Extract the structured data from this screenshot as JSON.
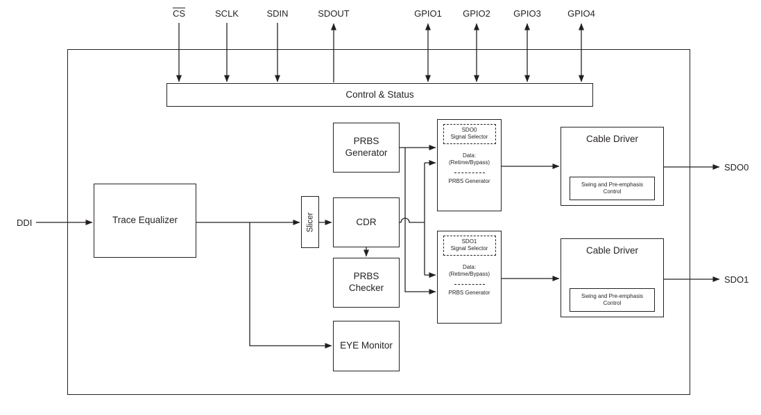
{
  "pins": {
    "top": [
      {
        "label": "CS",
        "overline": true,
        "direction": "input"
      },
      {
        "label": "SCLK",
        "overline": false,
        "direction": "input"
      },
      {
        "label": "SDIN",
        "overline": false,
        "direction": "input"
      },
      {
        "label": "SDOUT",
        "overline": false,
        "direction": "output"
      },
      {
        "label": "GPIO1",
        "overline": false,
        "direction": "bidirectional"
      },
      {
        "label": "GPIO2",
        "overline": false,
        "direction": "bidirectional"
      },
      {
        "label": "GPIO3",
        "overline": false,
        "direction": "bidirectional"
      },
      {
        "label": "GPIO4",
        "overline": false,
        "direction": "bidirectional"
      }
    ],
    "left": [
      {
        "label": "DDI",
        "direction": "input"
      }
    ],
    "right": [
      {
        "label": "SDO0",
        "direction": "output"
      },
      {
        "label": "SDO1",
        "direction": "output"
      }
    ]
  },
  "blocks": {
    "control_status": {
      "label": "Control & Status"
    },
    "trace_equalizer": {
      "label": "Trace Equalizer"
    },
    "slicer": {
      "label": "Slicer"
    },
    "prbs_generator": {
      "label": "PRBS Generator"
    },
    "cdr": {
      "label": "CDR"
    },
    "prbs_checker": {
      "label": "PRBS Checker"
    },
    "eye_monitor": {
      "label": "EYE Monitor"
    },
    "sdo0_selector": {
      "title_line1": "SDO0",
      "title_line2": "Signal Selector",
      "data_line1": "Data:",
      "data_line2": "(Retime/Bypass)",
      "prbs_label": "PRBS Generator"
    },
    "sdo1_selector": {
      "title_line1": "SDO1",
      "title_line2": "Signal Selector",
      "data_line1": "Data:",
      "data_line2": "(Retime/Bypass)",
      "prbs_label": "PRBS Generator"
    },
    "cable_driver_0": {
      "label": "Cable Driver",
      "inner_label": "Swing and Pre-emphasis Control"
    },
    "cable_driver_1": {
      "label": "Cable Driver",
      "inner_label": "Swing and Pre-emphasis Control"
    }
  },
  "colors": {
    "line": "#231f20",
    "background": "#ffffff"
  }
}
